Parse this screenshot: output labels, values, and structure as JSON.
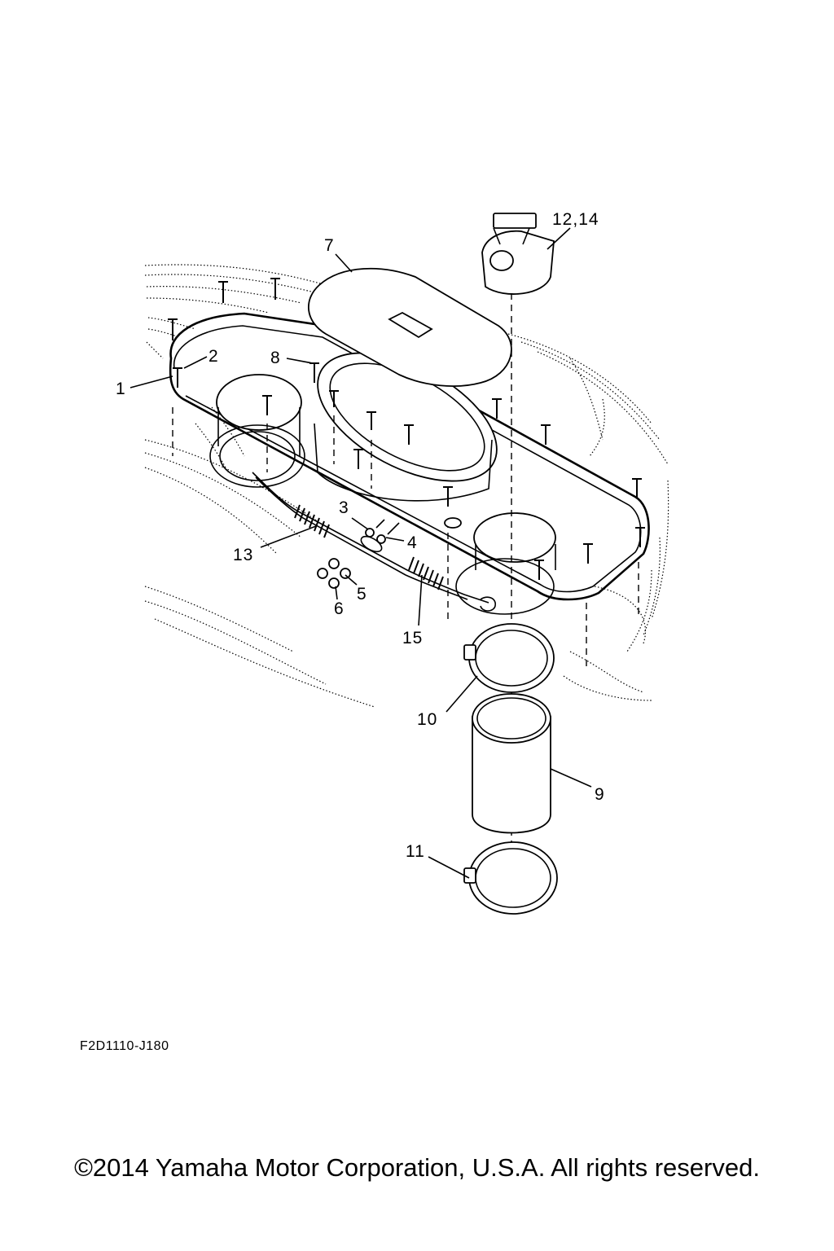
{
  "diagram": {
    "callouts": [
      {
        "id": "1",
        "text": "1"
      },
      {
        "id": "2",
        "text": "2"
      },
      {
        "id": "3",
        "text": "3"
      },
      {
        "id": "4",
        "text": "4"
      },
      {
        "id": "5",
        "text": "5"
      },
      {
        "id": "6",
        "text": "6"
      },
      {
        "id": "7",
        "text": "7"
      },
      {
        "id": "8",
        "text": "8"
      },
      {
        "id": "9",
        "text": "9"
      },
      {
        "id": "10",
        "text": "10"
      },
      {
        "id": "11",
        "text": "11"
      },
      {
        "id": "12_14",
        "text": "12,14"
      },
      {
        "id": "13",
        "text": "13"
      },
      {
        "id": "15",
        "text": "15"
      }
    ]
  },
  "figure_code": "F2D1110-J180",
  "copyright": "©2014 Yamaha Motor Corporation, U.S.A. All rights reserved."
}
